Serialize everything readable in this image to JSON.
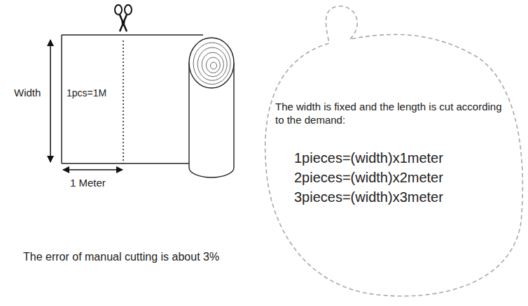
{
  "diagram": {
    "nodes": [
      {
        "text": [
          "1pcs=1M"
        ]
      },
      {
        "text": [
          "The width is fixed and the length is cut according to the demand:",
          "1pieces=(width)x1meter",
          "2pieces=(width)x2meter",
          "3pieces=(width)x3meter"
        ]
      }
    ],
    "labels": [
      "Width",
      "1 Meter",
      "The error of manual cutting is about 3%"
    ]
  }
}
